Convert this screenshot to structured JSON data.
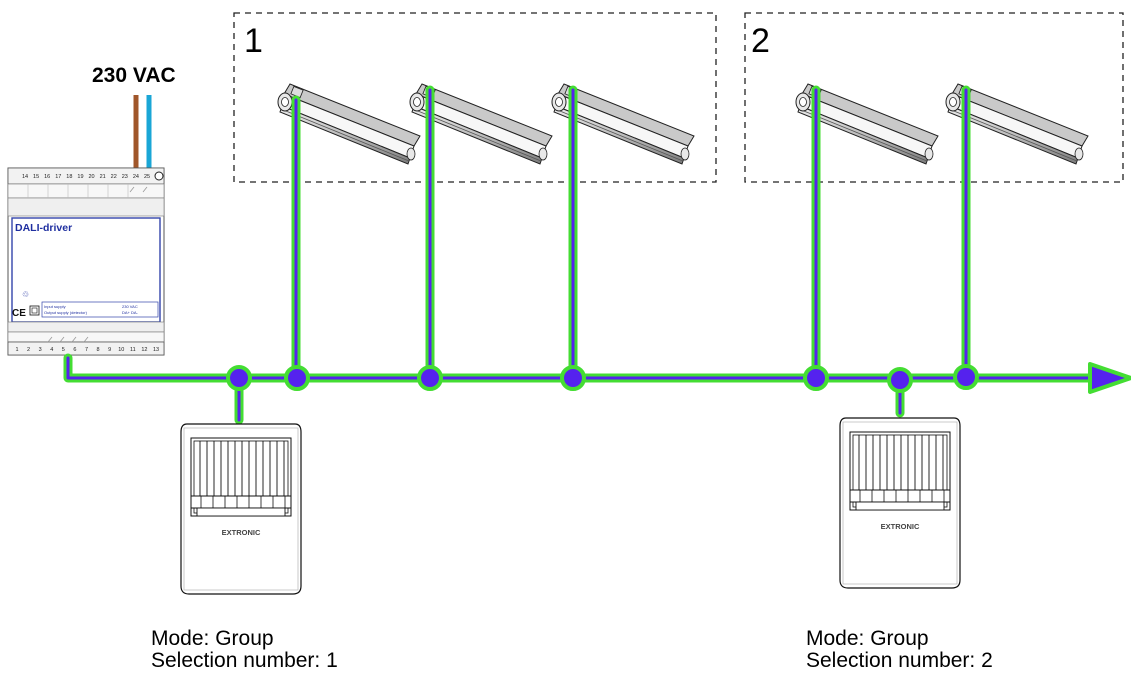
{
  "power": {
    "label": "230 VAC"
  },
  "driver": {
    "title": "DALI-driver",
    "top_terminals": [
      "14",
      "15",
      "16",
      "17",
      "18",
      "19",
      "20",
      "21",
      "22",
      "23",
      "24",
      "25"
    ],
    "bottom_terminals": [
      "1",
      "2",
      "3",
      "4",
      "5",
      "6",
      "7",
      "8",
      "9",
      "10",
      "11",
      "12",
      "13"
    ],
    "spec_row1_label": "Input supply",
    "spec_row1_value": "230 VAC",
    "spec_row2_label": "Output supply (detector)",
    "spec_row2_value": "DA+ DA-"
  },
  "groups": [
    {
      "number": "1"
    },
    {
      "number": "2"
    }
  ],
  "detectors": [
    {
      "brand": "EXTRONIC",
      "mode": "Mode: Group",
      "selection": "Selection number: 1"
    },
    {
      "brand": "EXTRONIC",
      "mode": "Mode: Group",
      "selection": "Selection number: 2"
    }
  ],
  "colors": {
    "bus_outer": "#44dd33",
    "bus_inner": "#5522ee",
    "wire_brown": "#a0562a",
    "wire_blue": "#1aa6d6",
    "driver_border": "#3344aa",
    "driver_text": "#1f2fa0"
  }
}
